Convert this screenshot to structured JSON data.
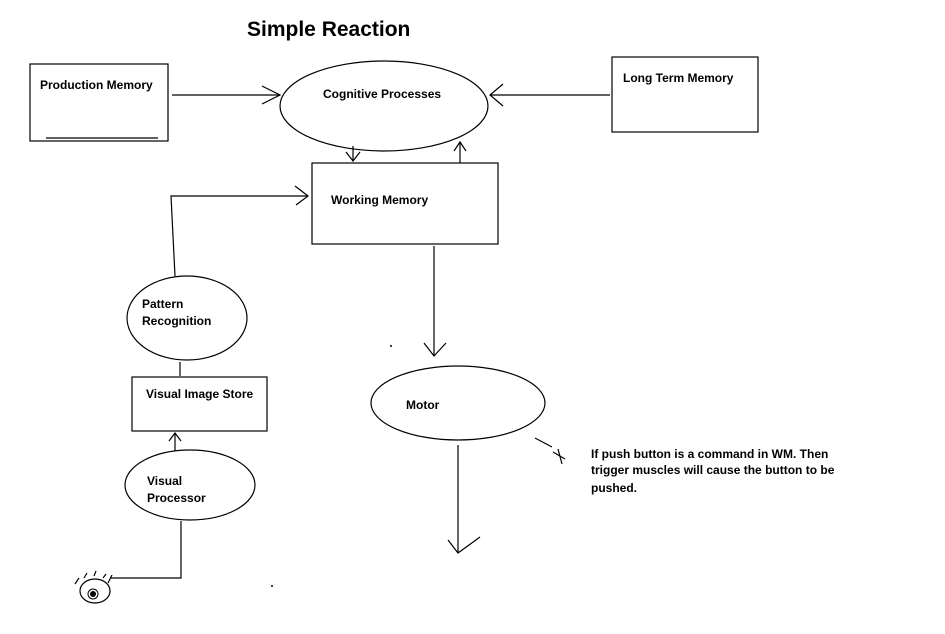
{
  "title": "Simple Reaction",
  "nodes": {
    "production_memory": "Production  Memory",
    "cognitive_processes": "Cognitive Processes",
    "long_term_memory": "Long Term Memory",
    "working_memory": "Working Memory",
    "pattern_recognition": [
      "Pattern",
      "Recognition"
    ],
    "visual_image_store": "Visual Image Store",
    "visual_processor": [
      "Visual",
      "Processor"
    ],
    "motor": "Motor"
  },
  "note": [
    "If push button is a command in WM. Then",
    "trigger muscles will cause the button to be",
    "pushed."
  ],
  "eye_icon": "eye-icon"
}
